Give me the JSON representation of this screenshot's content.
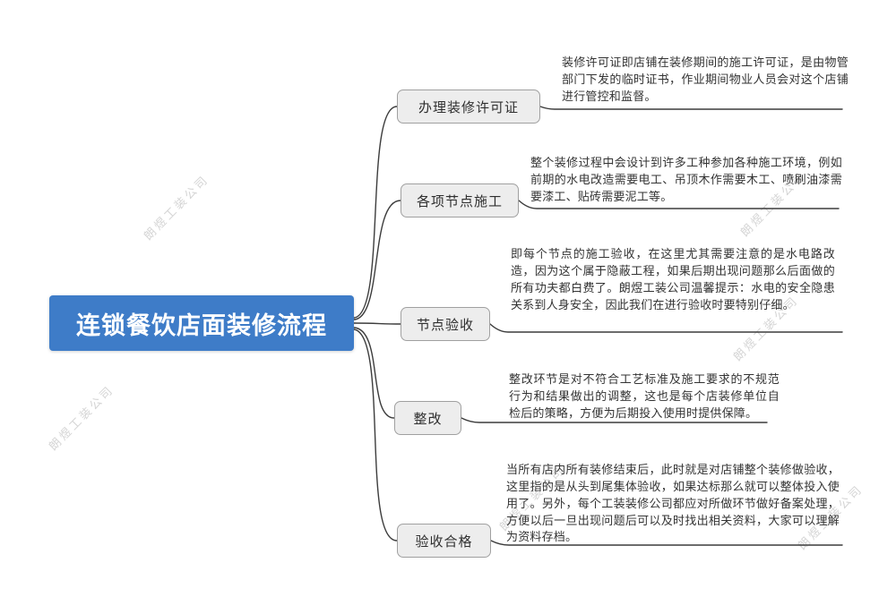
{
  "watermark": {
    "text": "朗煜工装公司"
  },
  "root": {
    "label": "连锁餐饮店面装修流程",
    "bg_color": "#3e7cc8",
    "text_color": "#ffffff"
  },
  "colors": {
    "line": "#3c3c3c",
    "node_bg": "#ededed",
    "node_border": "#a0a0a0",
    "description_text": "#333333"
  },
  "branches": [
    {
      "label": "办理装修许可证",
      "description": "装修许可证即店铺在装修期间的施工许可证，是由物管部门下发的临时证书，作业期间物业人员会对这个店铺进行管控和监督。"
    },
    {
      "label": "各项节点施工",
      "description": "整个装修过程中会设计到许多工种参加各种施工环境，例如前期的水电改造需要电工、吊顶木作需要木工、喷刷油漆需要漆工、贴砖需要泥工等。"
    },
    {
      "label": "节点验收",
      "description": "即每个节点的施工验收，在这里尤其需要注意的是水电路改造，因为这个属于隐蔽工程，如果后期出现问题那么后面做的所有功夫都白费了。朗煜工装公司温馨提示：水电的安全隐患关系到人身安全，因此我们在进行验收时要特别仔细。"
    },
    {
      "label": "整改",
      "description": "整改环节是对不符合工艺标准及施工要求的不规范行为和结果做出的调整，这也是每个店装修单位自检后的策略，方便为后期投入使用时提供保障。"
    },
    {
      "label": "验收合格",
      "description": "当所有店内所有装修结束后，此时就是对店铺整个装修做验收，这里指的是从头到尾集体验收，如果达标那么就可以整体投入使用了。另外，每个工装装修公司都应对所做环节做好备案处理，方便以后一旦出现问题后可以及时找出相关资料，大家可以理解为资料存档。"
    }
  ]
}
